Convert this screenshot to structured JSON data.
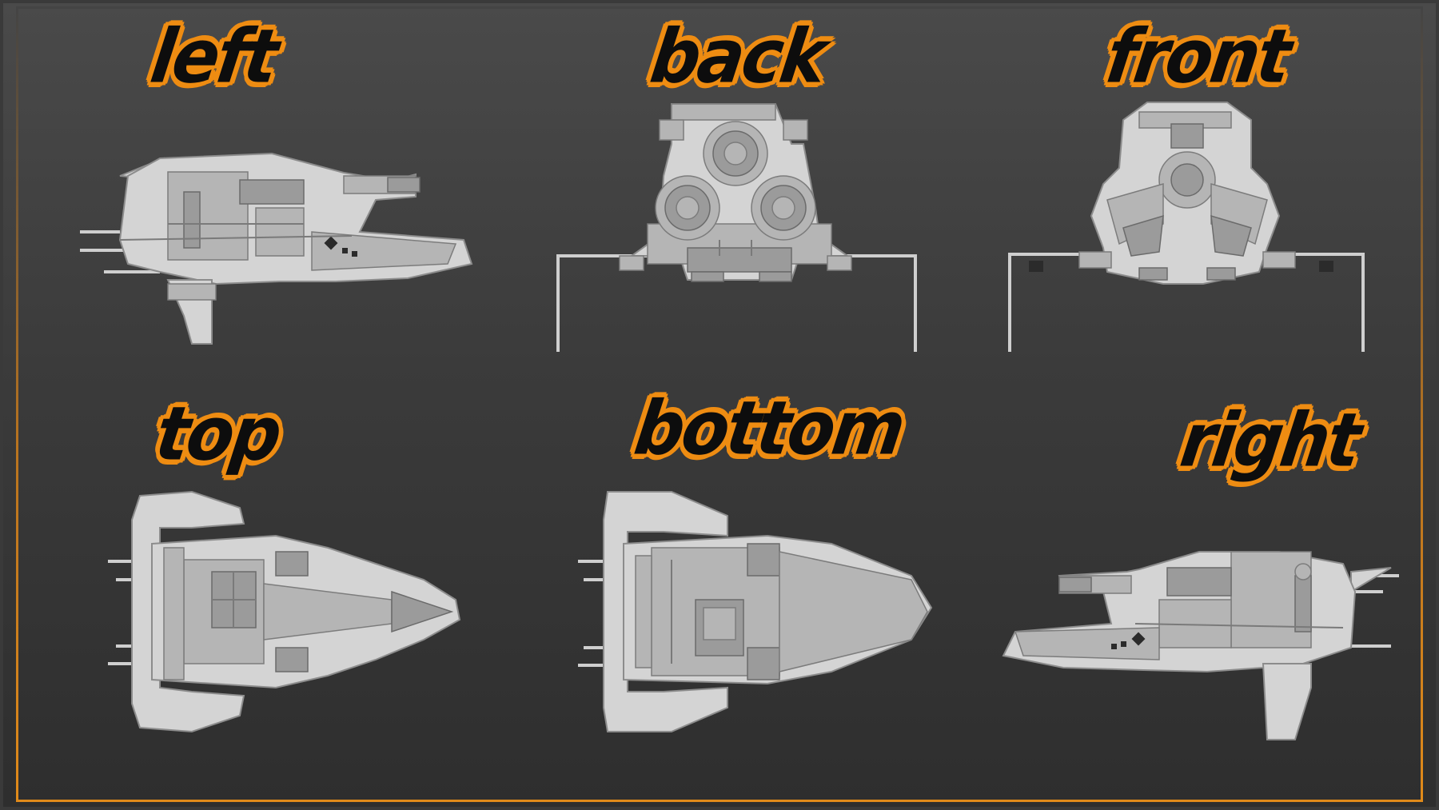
{
  "labels": {
    "left": "left",
    "back": "back",
    "front": "front",
    "top": "top",
    "bottom": "bottom",
    "right": "right"
  },
  "colors": {
    "label_fill": "#0d0d0d",
    "label_outline": "#ee8c12",
    "frame_border": "#e08a1a",
    "model": "#d4d4d4"
  }
}
